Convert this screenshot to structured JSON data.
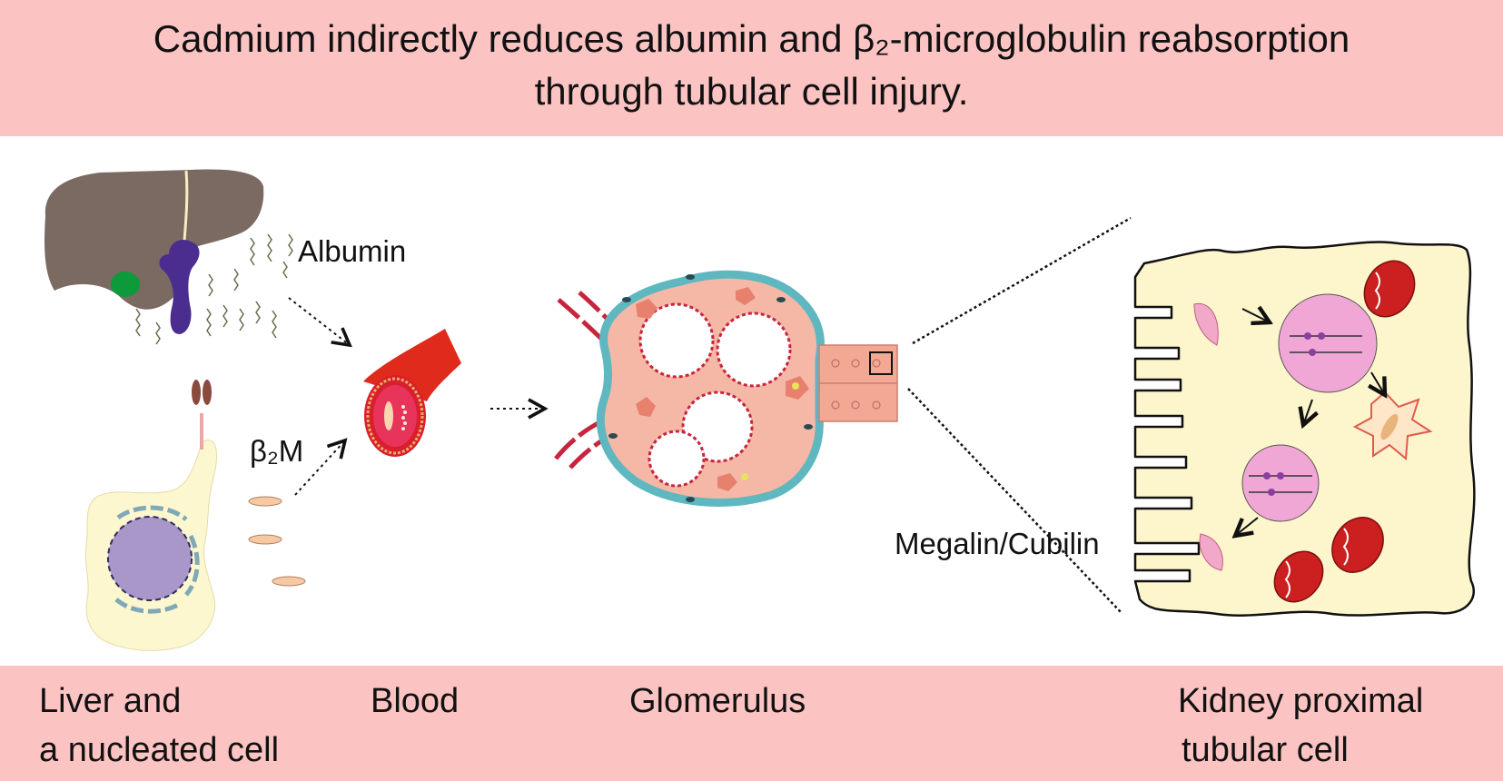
{
  "title": {
    "line1": "Cadmium indirectly reduces albumin and β₂-microglobulin reabsorption",
    "line2": "through tubular cell injury."
  },
  "labels": {
    "albumin": "Albumin",
    "b2m": "β₂M",
    "megalin": "Megalin/Cubilin"
  },
  "bottom": {
    "liver_line1": "Liver and",
    "liver_line2": "a nucleated cell",
    "blood": "Blood",
    "glomerulus": "Glomerulus",
    "kidney_line1": "Kidney proximal",
    "kidney_line2": "tubular cell"
  },
  "colors": {
    "banner": "#fcc3c3",
    "liver": "#7a6a62",
    "gallbladder": "#0c9a3a",
    "vessel": "#4b2d8f",
    "blood_red": "#e02a1c",
    "glomerulus_fill": "#f5b8a6",
    "capsule": "#5fb7c0",
    "cell_fill": "#fdf6cc",
    "nucleus": "#f1a7d6",
    "mito": "#cc1f1f"
  }
}
